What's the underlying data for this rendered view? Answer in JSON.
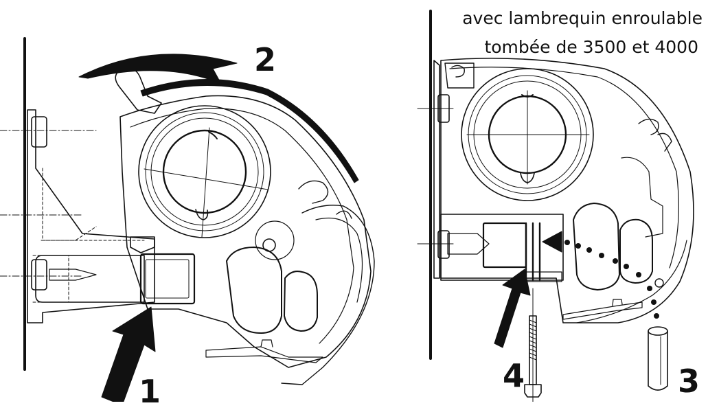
{
  "caption": {
    "line1": "avec lambrequin enroulable",
    "line2": "tombée de 3500 et 4000"
  },
  "steps": {
    "s1": "1",
    "s2": "2",
    "s3": "3",
    "s4": "4"
  },
  "colors": {
    "ink": "#111111",
    "background": "#ffffff"
  }
}
